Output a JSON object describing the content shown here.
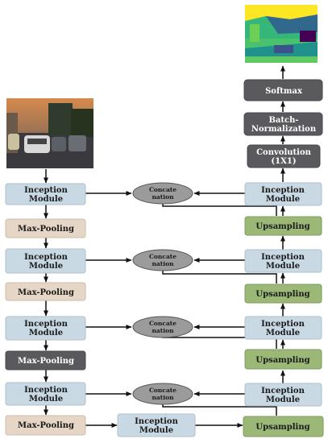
{
  "nodes": {
    "inception_left_1": "Inception Module",
    "maxpool_1": "Max-Pooling",
    "inception_left_2": "Inception Module",
    "maxpool_2": "Max-Pooling",
    "inception_left_3": "Inception Module",
    "maxpool_3": "Max-Pooling",
    "inception_left_4": "Inception Module",
    "maxpool_4": "Max-Pooling",
    "inception_bottleneck": "Inception Module",
    "upsampling_1": "Upsampling",
    "inception_right_1": "Inception Module",
    "upsampling_2": "Upsampling",
    "inception_right_2": "Inception Module",
    "upsampling_3": "Upsampling",
    "inception_right_3": "Inception Module",
    "upsampling_4": "Upsampling",
    "inception_right_4": "Inception Module",
    "convolution": "Convolution (1X1)",
    "batch_norm": "Batch-Normalization",
    "softmax": "Softmax",
    "concat_label": "Concate nation"
  },
  "colors": {
    "inception": "#c9d9e4",
    "maxpool_beige": "#e6d6c6",
    "maxpool_dark": "#5a5a5e",
    "upsampling": "#9bb877",
    "dark_head": "#5a5a5e",
    "concat": "#9b9b9b"
  }
}
